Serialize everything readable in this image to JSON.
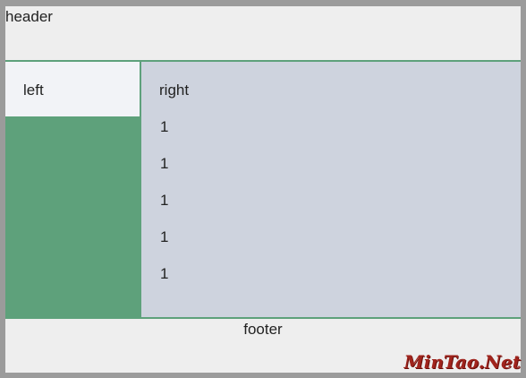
{
  "header": {
    "label": "header"
  },
  "main": {
    "left": {
      "label": "left"
    },
    "right": {
      "title": "right",
      "items": [
        "1",
        "1",
        "1",
        "1",
        "1"
      ]
    }
  },
  "footer": {
    "label": "footer"
  },
  "watermark": {
    "text": "MinTao.Net"
  },
  "colors": {
    "outer_border": "#9b9b9b",
    "page_background": "#eeeeee",
    "left_column": "#5ea17b",
    "left_box": "#f2f3f7",
    "right_column": "#ced3de",
    "watermark": "#a0241d"
  }
}
